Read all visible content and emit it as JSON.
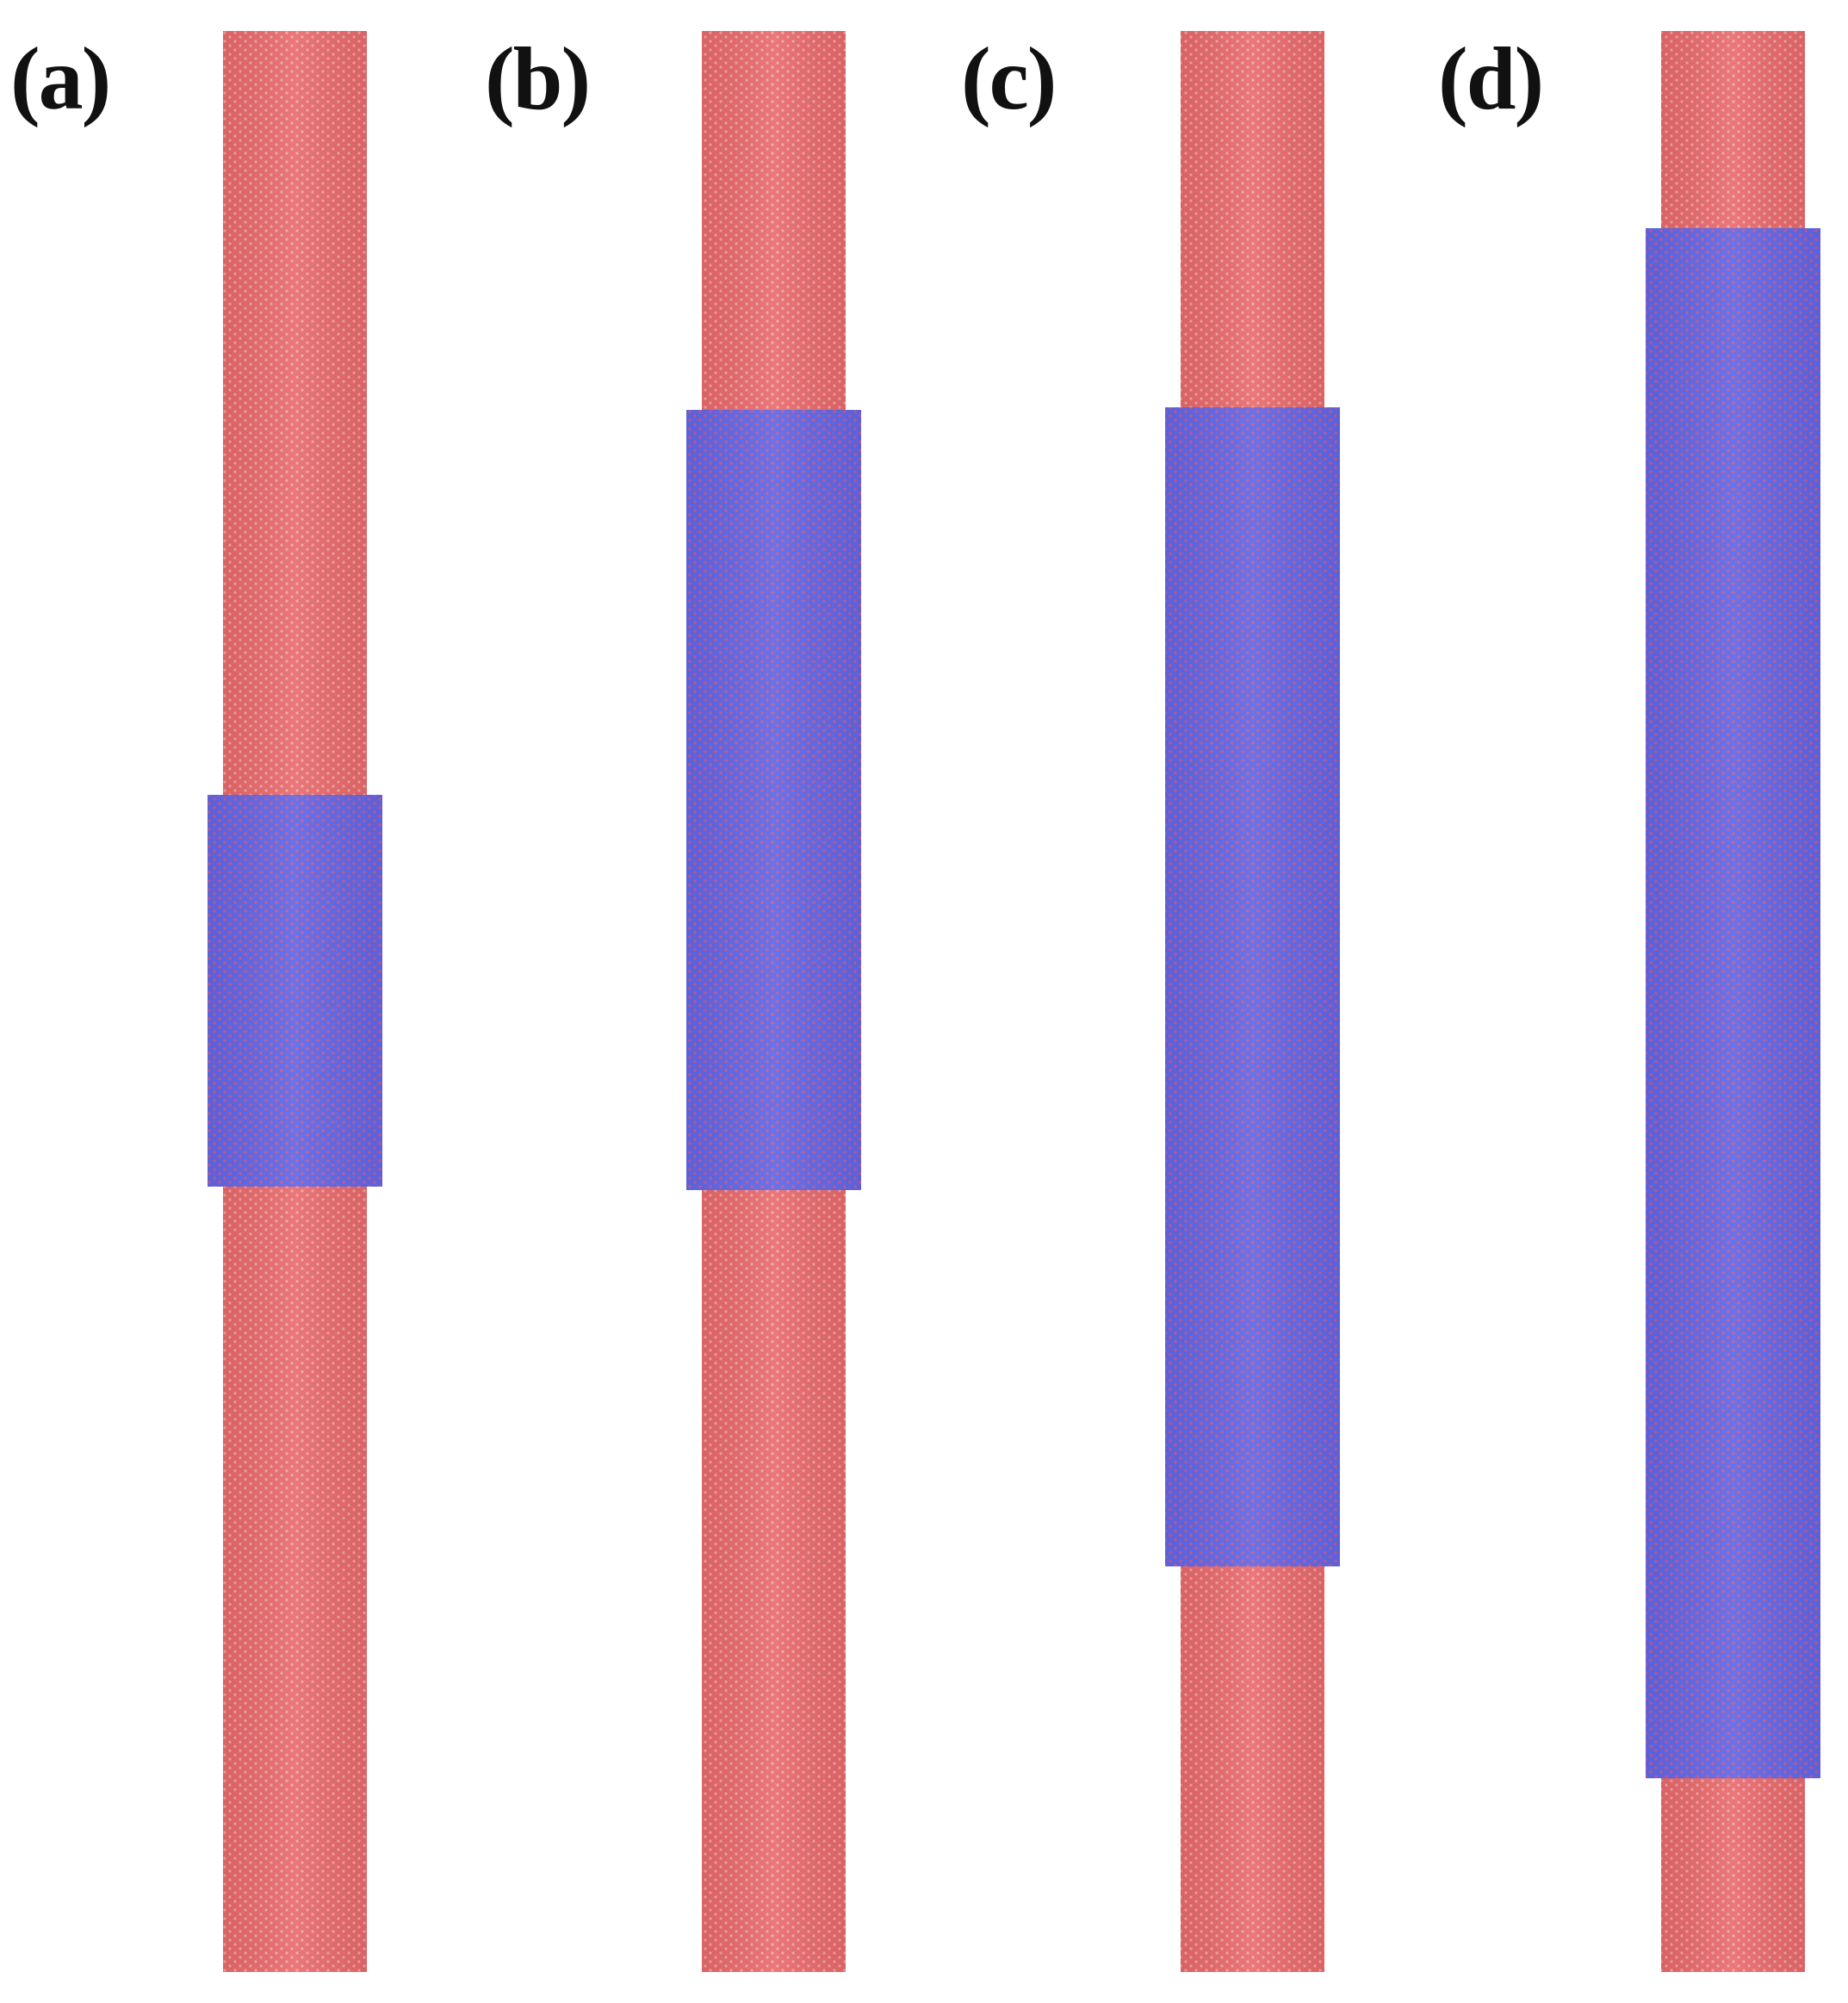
{
  "figure": {
    "panels": [
      {
        "label": "(a)",
        "outer_color": "#e8696b",
        "inner_color": "#6066e8",
        "inner_sleeve_fraction": 0.2
      },
      {
        "label": "(b)",
        "outer_color": "#e8696b",
        "inner_color": "#6066e8",
        "inner_sleeve_fraction": 0.4
      },
      {
        "label": "(c)",
        "outer_color": "#e8696b",
        "inner_color": "#6066e8",
        "inner_sleeve_fraction": 0.59
      },
      {
        "label": "(d)",
        "outer_color": "#e8696b",
        "inner_color": "#6066e8",
        "inner_sleeve_fraction": 0.79
      }
    ],
    "background_color": "#ffffff"
  }
}
